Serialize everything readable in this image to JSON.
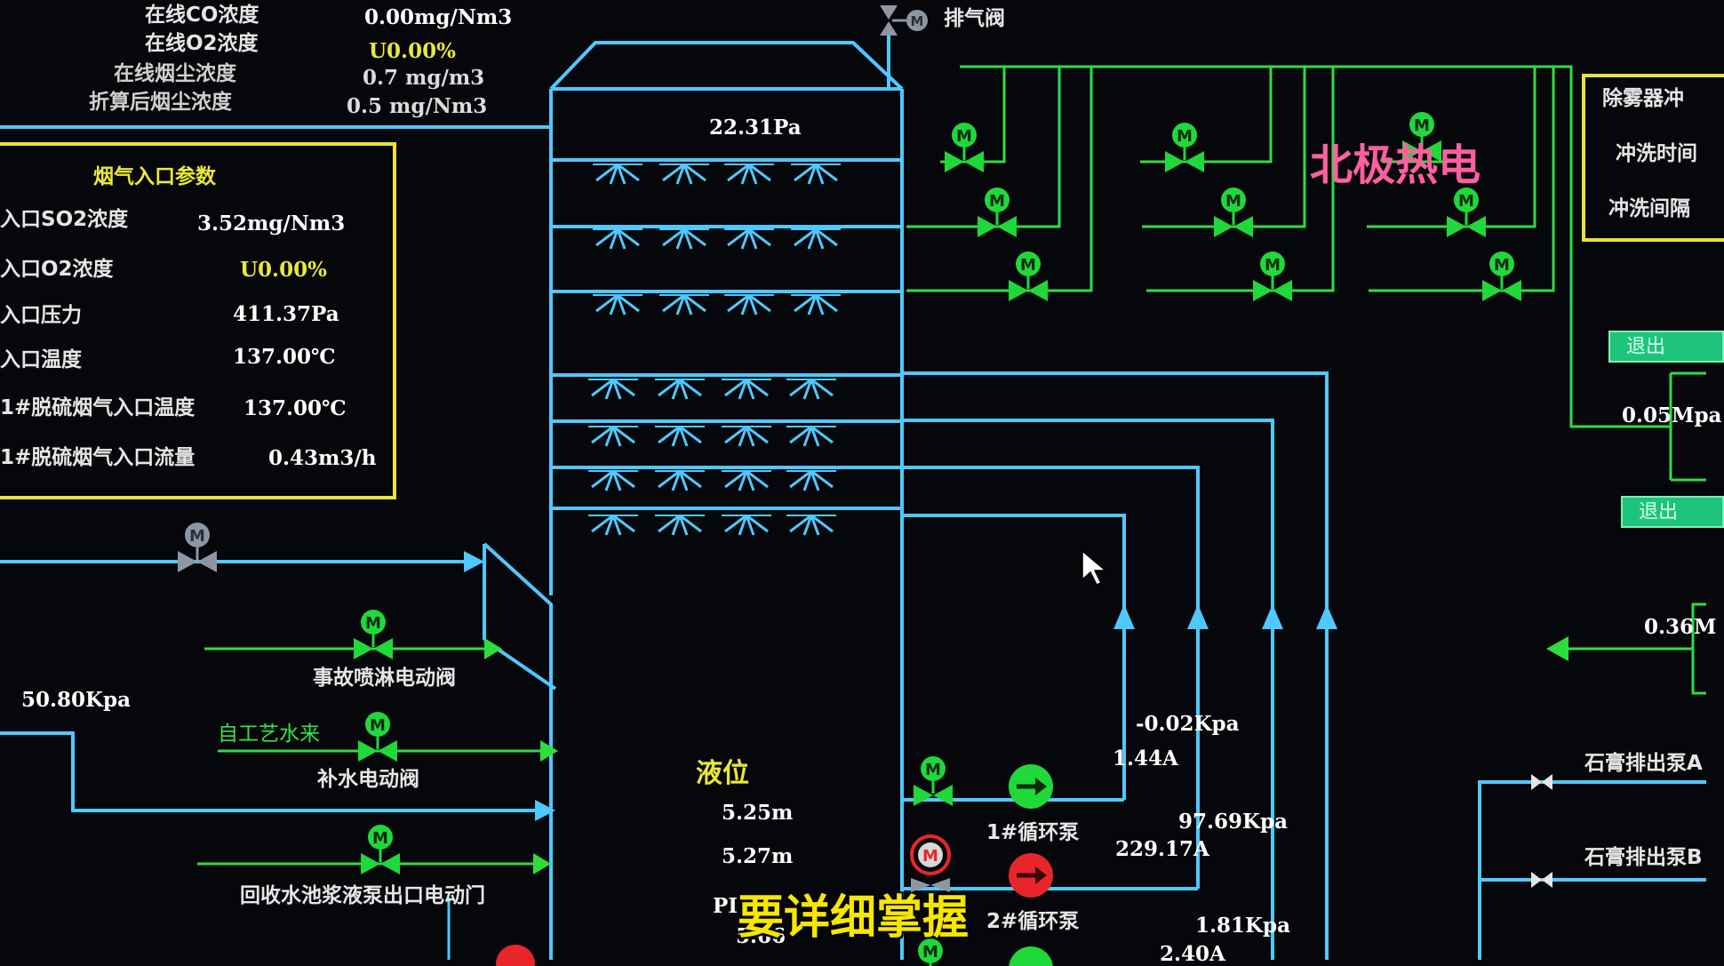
{
  "top_params": {
    "online_co_label": "在线CO浓度",
    "online_co_value": "0.00mg/Nm3",
    "online_o2_label": "在线O2浓度",
    "online_o2_value": "U0.00%",
    "online_dust_label": "在线烟尘浓度",
    "online_dust_value": "0.7 mg/m3",
    "converted_dust_label": "折算后烟尘浓度",
    "converted_dust_value": "0.5 mg/Nm3"
  },
  "inlet_panel": {
    "title": "烟气入口参数",
    "rows": [
      {
        "label": "入口SO2浓度",
        "value": "3.52mg/Nm3"
      },
      {
        "label": "入口O2浓度",
        "value": "U0.00%"
      },
      {
        "label": "入口压力",
        "value": "411.37Pa"
      },
      {
        "label": "入口温度",
        "value": "137.00℃"
      },
      {
        "label": "1#脱硫烟气入口温度",
        "value": "137.00℃"
      },
      {
        "label": "1#脱硫烟气入口流量",
        "value": "0.43m3/h"
      }
    ]
  },
  "tower": {
    "pressure": "22.31Pa",
    "level_label": "液位",
    "level_values": [
      "5.25m",
      "5.27m",
      "5.66"
    ],
    "ph_partial": "PI"
  },
  "exhaust_valve_label": "排气阀",
  "valve_labels": {
    "accident_spray": "事故喷淋电动阀",
    "process_water": "自工艺水来",
    "makeup_water": "补水电动阀",
    "recovery_pump_outlet": "回收水池浆液泵出口电动门"
  },
  "readings": {
    "left_pressure": "50.80Kpa",
    "pump1_pressure": "-0.02Kpa",
    "pump1_current": "1.44A",
    "pump2_pressure": "97.69Kpa",
    "pump2_current": "229.17A",
    "pump3_pressure": "1.81Kpa",
    "pump3_current": "2.40A",
    "right_pressure_1": "0.05Mpa",
    "right_pressure_2": "0.36M"
  },
  "pumps": [
    {
      "label": "1#循环泵",
      "state": "running"
    },
    {
      "label": "2#循环泵",
      "state": "stopped"
    }
  ],
  "demister_panel": {
    "title": "除雾器冲",
    "flush_time": "冲洗时间",
    "flush_interval": "冲洗间隔"
  },
  "buttons": {
    "exit_1": "退出",
    "exit_2": "退出"
  },
  "gypsum": {
    "pump_a": "石膏排出泵A",
    "pump_b": "石膏排出泵B"
  },
  "watermark": "北极热电",
  "subtitle": "要详细掌握",
  "colors": {
    "pipe_cyan": "#4fc8ff",
    "pipe_green": "#2fdc3f",
    "panel_border": "#e8e23a",
    "valve_green": "#1fd83a",
    "valve_red": "#e8262a",
    "valve_gray": "#8d96a3"
  }
}
